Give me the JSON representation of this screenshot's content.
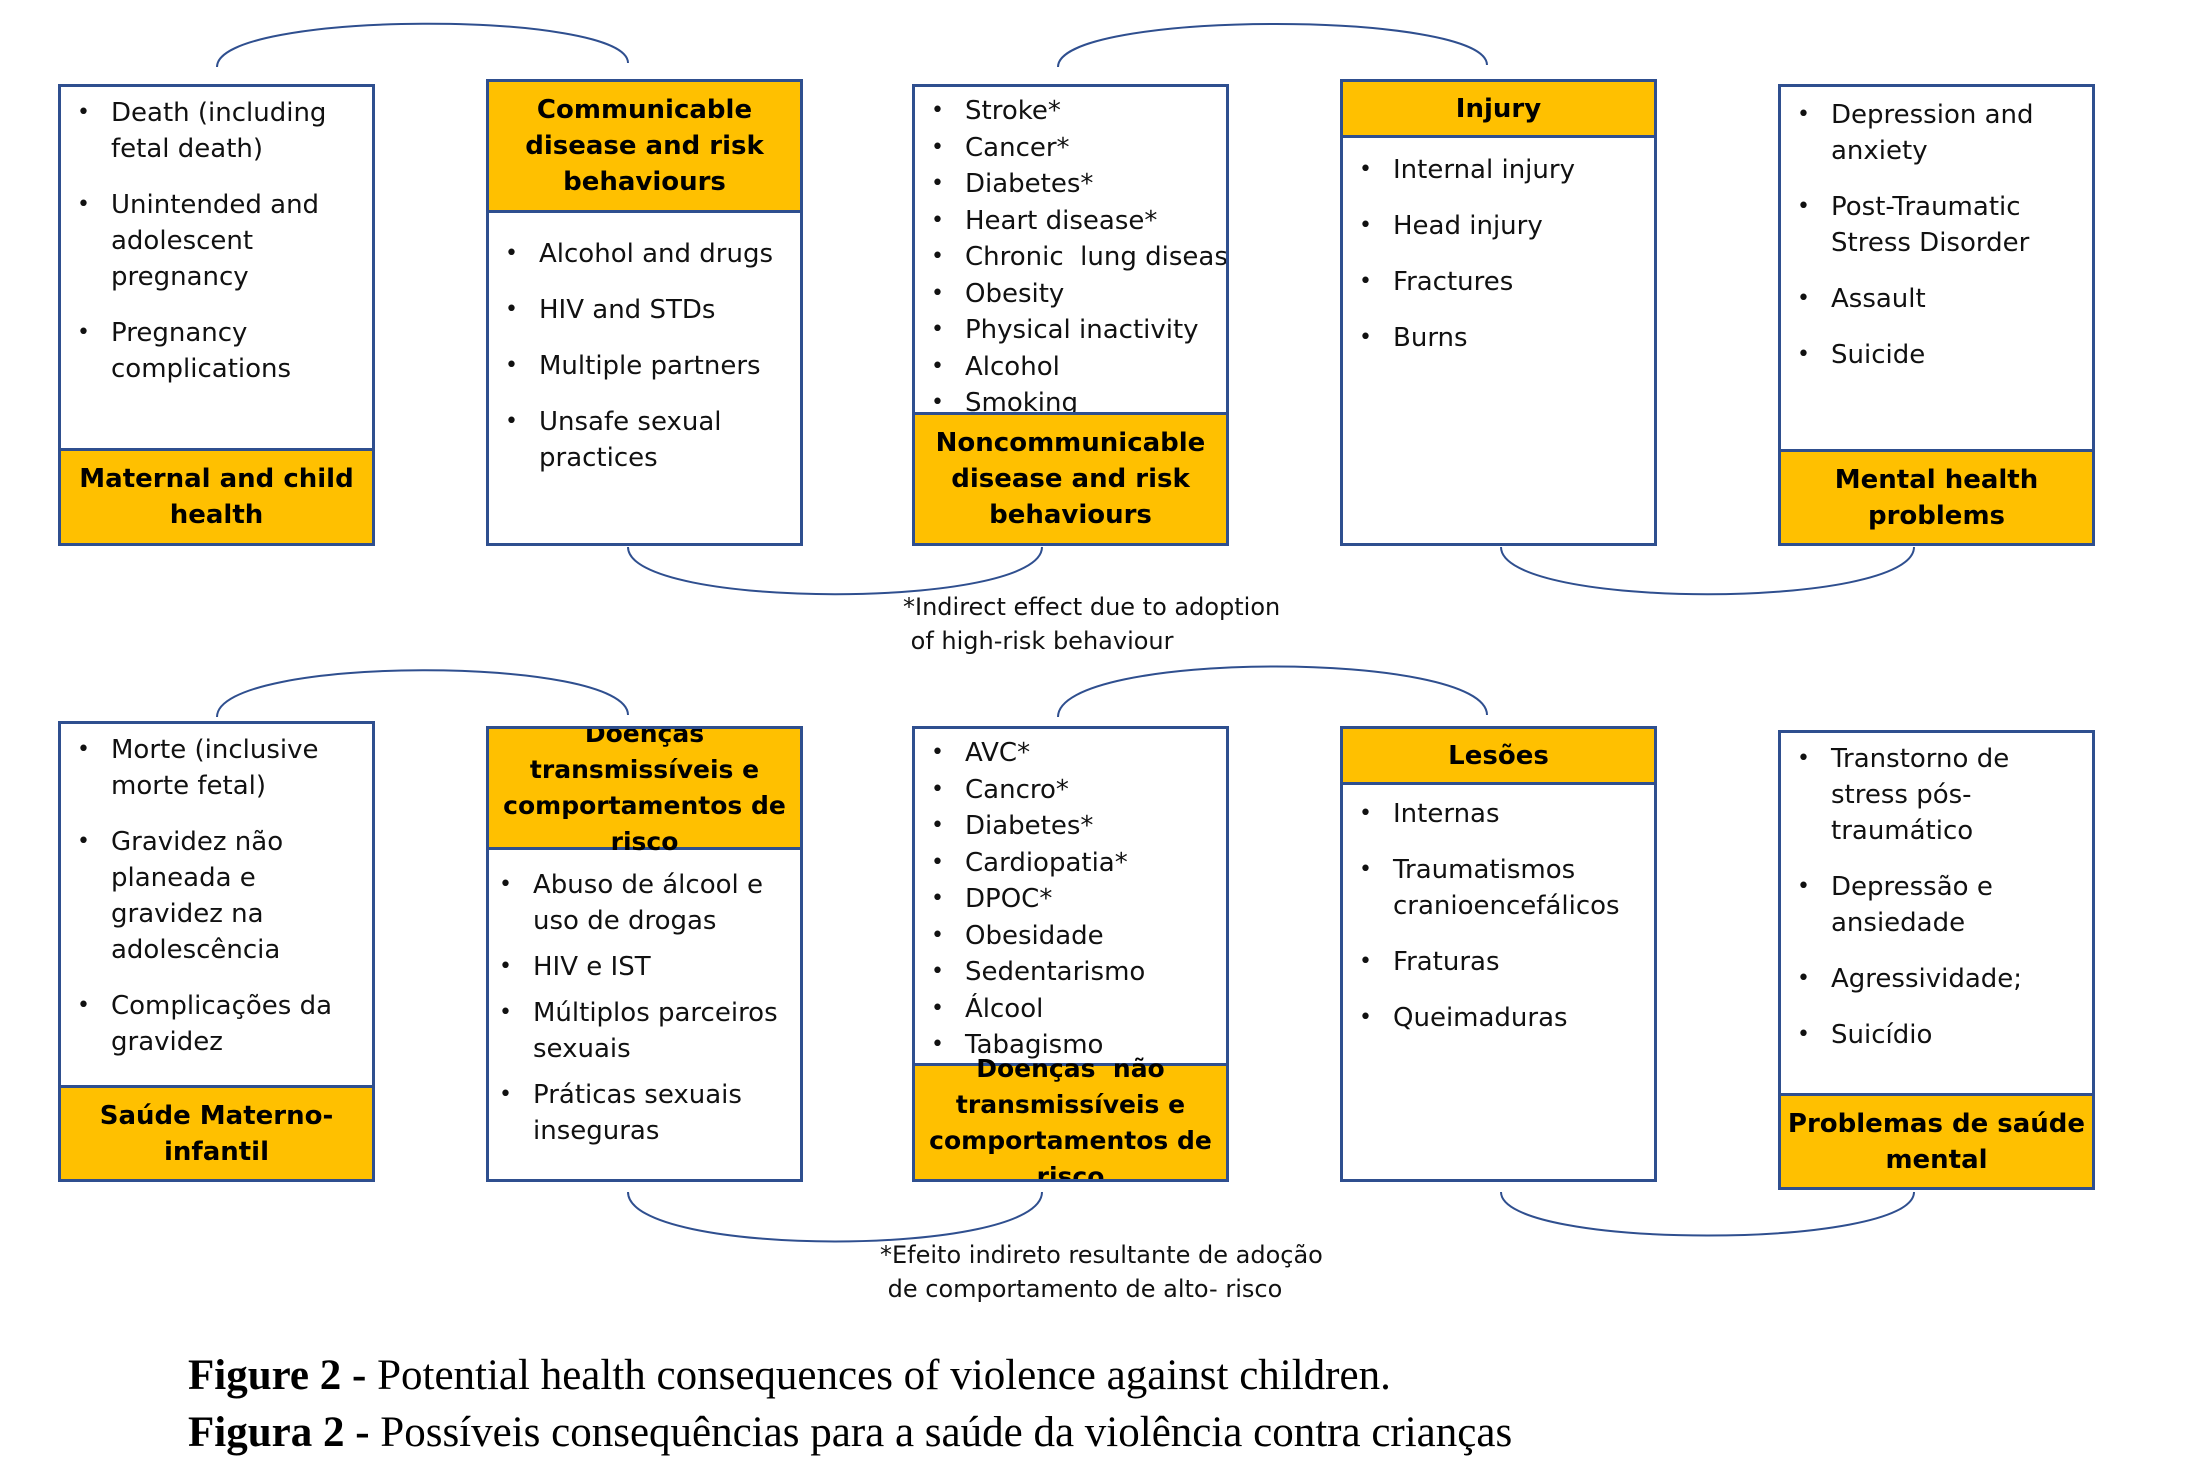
{
  "panels": {
    "english": {
      "maternal": {
        "header": "Maternal and child health",
        "items": [
          "Death (including fetal death)",
          "Unintended and adolescent pregnancy",
          "Pregnancy complications"
        ]
      },
      "communicable": {
        "header": "Communicable disease and risk behaviours",
        "items": [
          "Alcohol and drugs",
          "HIV and STDs",
          "Multiple partners",
          "Unsafe sexual practices"
        ]
      },
      "noncommunicable": {
        "header": "Noncommunicable disease and risk behaviours",
        "items": [
          "Stroke*",
          "Cancer*",
          "Diabetes*",
          "Heart disease*",
          "Chronic  lung disease*",
          "Obesity",
          "Physical inactivity",
          "Alcohol",
          "Smoking"
        ]
      },
      "injury": {
        "header": "Injury",
        "items": [
          "Internal injury",
          "Head injury",
          "Fractures",
          "Burns"
        ]
      },
      "mental": {
        "header": "Mental health problems",
        "items": [
          "Depression and anxiety",
          "Post-Traumatic Stress Disorder",
          "Assault",
          "Suicide"
        ]
      }
    },
    "portuguese": {
      "maternal": {
        "header": "Saúde Materno-infantil",
        "items": [
          "Morte (inclusive morte fetal)",
          "Gravidez não planeada e gravidez na adolescência",
          "Complicações da gravidez"
        ]
      },
      "communicable": {
        "header": "Doenças transmissíveis e comportamentos de risco",
        "items": [
          "Abuso de álcool e uso de drogas",
          "HIV e IST",
          "Múltiplos parceiros sexuais",
          "Práticas sexuais inseguras"
        ]
      },
      "noncommunicable": {
        "header": "Doenças  não transmissíveis e comportamentos de risco",
        "items": [
          "AVC*",
          "Cancro*",
          "Diabetes*",
          "Cardiopatia*",
          "DPOC*",
          "Obesidade",
          "Sedentarismo",
          "Álcool",
          "Tabagismo"
        ]
      },
      "injury": {
        "header": "Lesões",
        "items": [
          "Internas",
          "Traumatismos cranioencefálicos",
          "Fraturas",
          "Queimaduras"
        ]
      },
      "mental": {
        "header": "Problemas de saúde mental",
        "items": [
          "Transtorno de stress pós-traumático",
          "Depressão e ansiedade",
          "Agressividade;",
          "Suicídio"
        ]
      }
    }
  },
  "notes": {
    "english": "*Indirect effect due to adoption\n of high-risk behaviour",
    "portuguese": "*Efeito indireto resultante de adoção\n de comportamento de alto- risco"
  },
  "caption": {
    "en_label": "Figure 2 -",
    "en_text": " Potential health consequences of violence against children.",
    "pt_label": "Figura 2 -",
    "pt_text": " Possíveis consequências para a saúde da violência contra crianças"
  },
  "colors": {
    "header_fill": "#ffc000",
    "border": "#2f4f8f"
  }
}
